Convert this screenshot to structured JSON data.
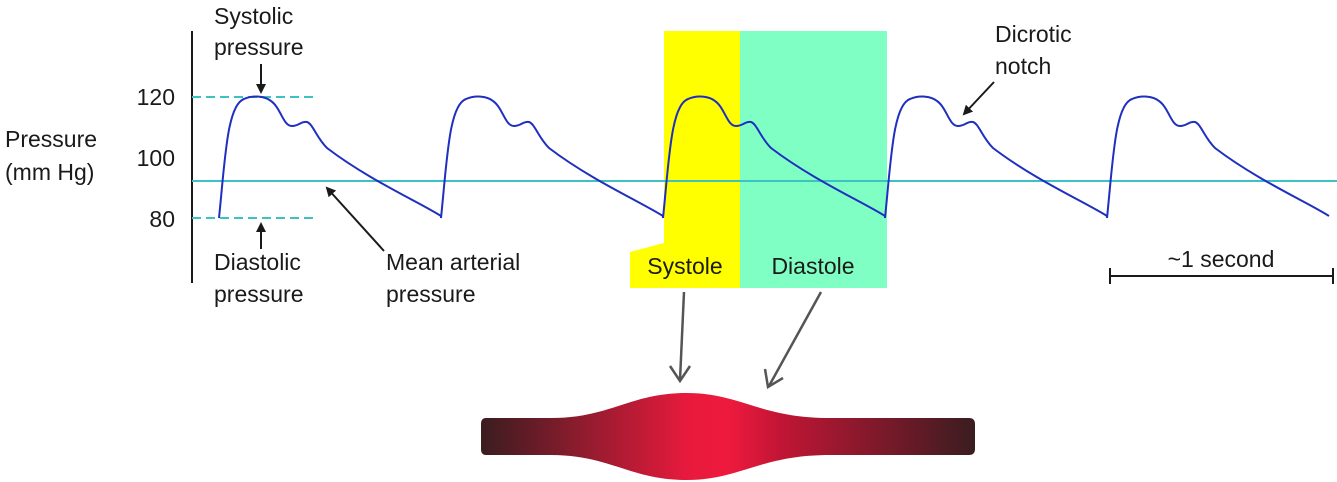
{
  "labels": {
    "y_axis_line1": "Pressure",
    "y_axis_line2": "(mm Hg)",
    "systolic_line1": "Systolic",
    "systolic_line2": "pressure",
    "diastolic_line1": "Diastolic",
    "diastolic_line2": "pressure",
    "mean_line1": "Mean arterial",
    "mean_line2": "pressure",
    "dicrotic_line1": "Dicrotic",
    "dicrotic_line2": "notch",
    "systole": "Systole",
    "diastole": "Diastole",
    "time_scale": "~1 second"
  },
  "y_ticks": [
    "120",
    "100",
    "80"
  ],
  "values": {
    "systolic_mmHg": 120,
    "diastolic_mmHg": 80,
    "mean_arterial_mmHg": 92
  },
  "colors": {
    "waveform": "#1f2fbf",
    "mean_line": "#3cc2c2",
    "guide_dash": "#3cc2c2",
    "systole_band": "#ffff00",
    "diastole_band": "#80ffc4",
    "axis": "#1a1a1a",
    "vessel_center": "#e81a3c",
    "vessel_edge": "#3a1d20"
  }
}
